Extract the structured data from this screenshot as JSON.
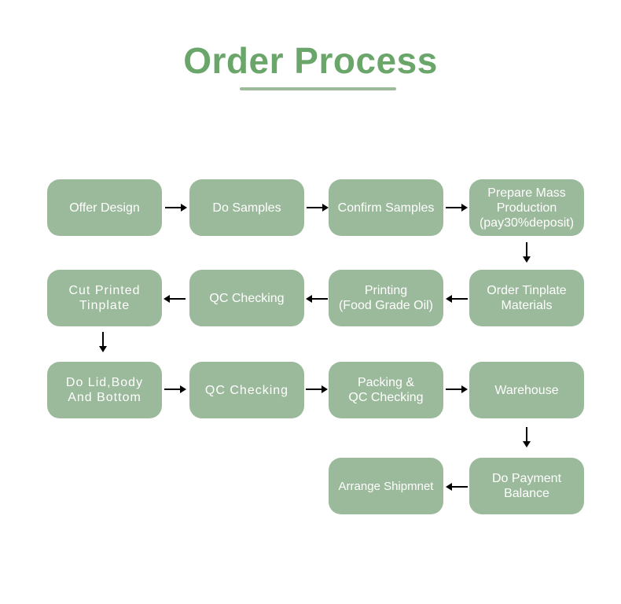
{
  "title": "Order Process",
  "steps": [
    {
      "label": "Offer Design"
    },
    {
      "label": "Do Samples"
    },
    {
      "label": "Confirm Samples"
    },
    {
      "label": "Prepare Mass\nProduction\n(pay30%deposit)"
    },
    {
      "label": "Order Tinplate\nMaterials"
    },
    {
      "label": "Printing\n(Food Grade Oil)"
    },
    {
      "label": "QC Checking"
    },
    {
      "label": "Cut Printed\nTinplate"
    },
    {
      "label": "Do Lid,Body\nAnd Bottom"
    },
    {
      "label": "QC Checking"
    },
    {
      "label": "Packing &\nQC Checking"
    },
    {
      "label": "Warehouse"
    },
    {
      "label": "Do Payment\nBalance"
    },
    {
      "label": "Arrange Shipmnet"
    }
  ],
  "colors": {
    "title": "#6aa66a",
    "box": "#9bb99b",
    "box_text": "#ffffff",
    "arrow": "#000000"
  }
}
